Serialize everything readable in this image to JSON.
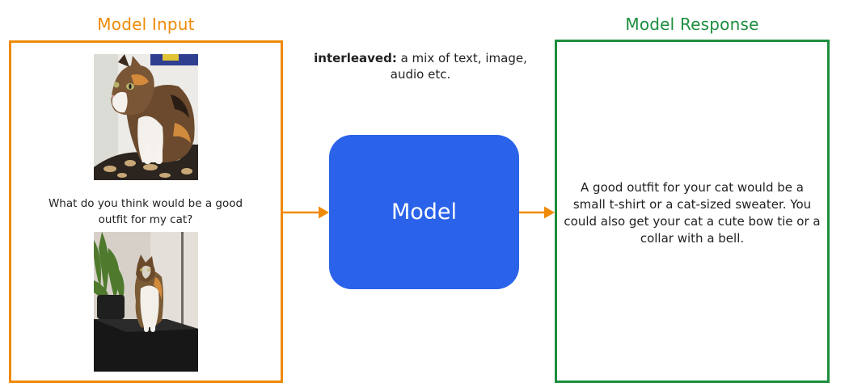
{
  "diagram": {
    "input_title": "Model Input",
    "response_title": "Model Response",
    "interleaved_bold": "interleaved:",
    "interleaved_rest": " a mix of text, image, audio etc.",
    "input_question": "What do you think would be a good outfit for my cat?",
    "model_label": "Model",
    "response_text": "A good outfit for your cat would be a small t-shirt or a cat-sized sweater. You could also get your cat a cute bow tie or a collar with a bell.",
    "images": [
      {
        "name": "cat-photo-1",
        "subject": "calico cat on leopard-print cushion"
      },
      {
        "name": "cat-photo-2",
        "subject": "calico cat sitting on black table"
      }
    ]
  },
  "colors": {
    "input_accent": "#ef8a07",
    "response_accent": "#1e8e3e",
    "model_fill": "#2a63e9",
    "arrow": "#ef8a07"
  },
  "icons": {
    "arrow_input_to_model": "arrow-right-icon",
    "arrow_model_to_response": "arrow-right-icon"
  }
}
